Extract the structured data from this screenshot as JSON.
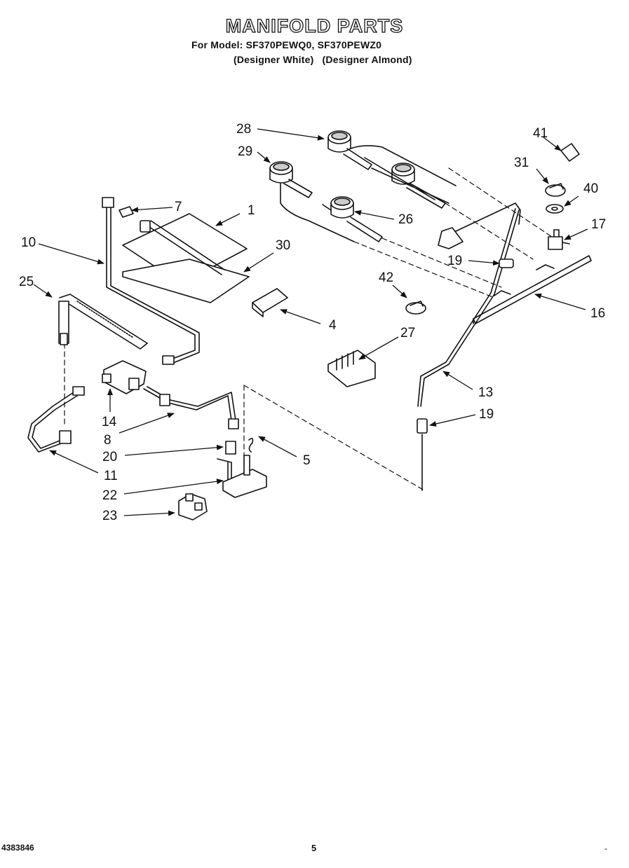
{
  "header": {
    "title": "MANIFOLD PARTS",
    "model_line": "For Model: SF370PEWQ0, SF370PEWZ0",
    "variants": [
      "(Designer White)",
      "(Designer Almond)"
    ]
  },
  "callouts": [
    {
      "id": "28",
      "label": "28"
    },
    {
      "id": "29",
      "label": "29"
    },
    {
      "id": "41",
      "label": "41"
    },
    {
      "id": "31",
      "label": "31"
    },
    {
      "id": "40",
      "label": "40"
    },
    {
      "id": "7",
      "label": "7"
    },
    {
      "id": "1",
      "label": "1"
    },
    {
      "id": "26",
      "label": "26"
    },
    {
      "id": "17",
      "label": "17"
    },
    {
      "id": "10",
      "label": "10"
    },
    {
      "id": "30",
      "label": "30"
    },
    {
      "id": "19a",
      "label": "19"
    },
    {
      "id": "25",
      "label": "25"
    },
    {
      "id": "42",
      "label": "42"
    },
    {
      "id": "16",
      "label": "16"
    },
    {
      "id": "4",
      "label": "4"
    },
    {
      "id": "27",
      "label": "27"
    },
    {
      "id": "13",
      "label": "13"
    },
    {
      "id": "14",
      "label": "14"
    },
    {
      "id": "19b",
      "label": "19"
    },
    {
      "id": "8",
      "label": "8"
    },
    {
      "id": "20",
      "label": "20"
    },
    {
      "id": "5",
      "label": "5"
    },
    {
      "id": "11",
      "label": "11"
    },
    {
      "id": "22",
      "label": "22"
    },
    {
      "id": "23",
      "label": "23"
    }
  ],
  "footer": {
    "part_number": "4383846",
    "page": "5",
    "mark": "-"
  }
}
